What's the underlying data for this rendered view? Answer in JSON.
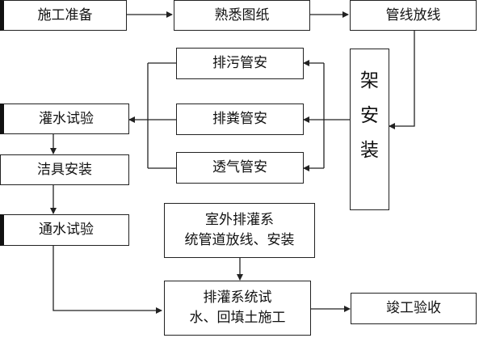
{
  "nodes": {
    "prep": "施工准备",
    "drawings": "熟悉图纸",
    "pipe_layout": "管线放线",
    "support": [
      "架",
      "安",
      "装"
    ],
    "sewage": "排污管安",
    "feces": "排粪管安",
    "vent": "透气管安",
    "water_test": "灌水试验",
    "fixtures": "洁具安装",
    "flow_test": "通水试验",
    "outdoor": [
      "室外排灌系",
      "统管道放线、安装"
    ],
    "system_test": [
      "排灌系统试",
      "水、回填土施工"
    ],
    "acceptance": "竣工验收"
  },
  "colors": {
    "line": "#222222",
    "box_border": "#222222",
    "text": "#111111"
  }
}
